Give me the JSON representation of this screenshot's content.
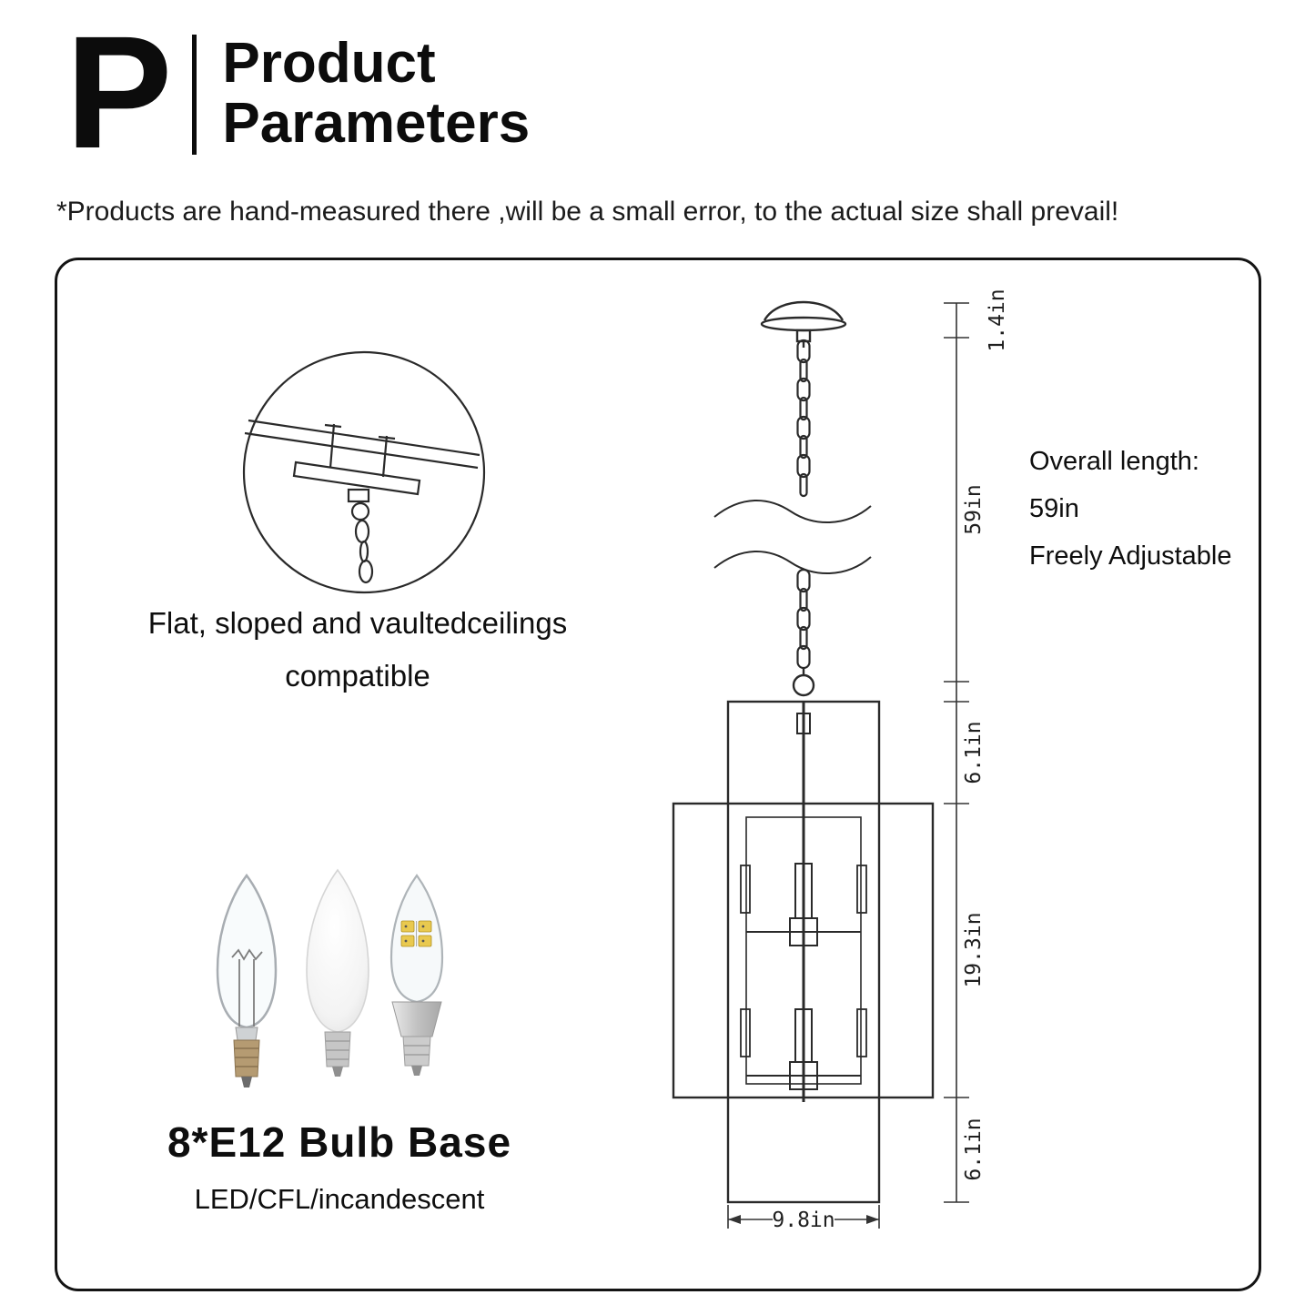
{
  "header": {
    "letter": "P",
    "title_line1": "Product",
    "title_line2": "Parameters"
  },
  "disclaimer": "*Products are hand-measured there ,will be a small error, to the actual size shall prevail!",
  "ceiling": {
    "caption_line1": "Flat, sloped and vaultedceilings",
    "caption_line2": "compatible"
  },
  "bulbs": {
    "title": "8*E12 Bulb Base",
    "subtitle": "LED/CFL/incandescent"
  },
  "overall": {
    "label": "Overall length:",
    "value": "59in",
    "note": "Freely Adjustable"
  },
  "dims": {
    "canopy": "1.4in",
    "chain": "59in",
    "top_frame": "6.1in",
    "mid_frame": "19.3in",
    "bottom_frame": "6.1in",
    "width": "9.8in"
  },
  "colors": {
    "ink": "#141414",
    "line": "#2a2a2a",
    "brass": "#b59b72",
    "silver": "#c6c6c6",
    "led_chip": "#e9c94f"
  }
}
